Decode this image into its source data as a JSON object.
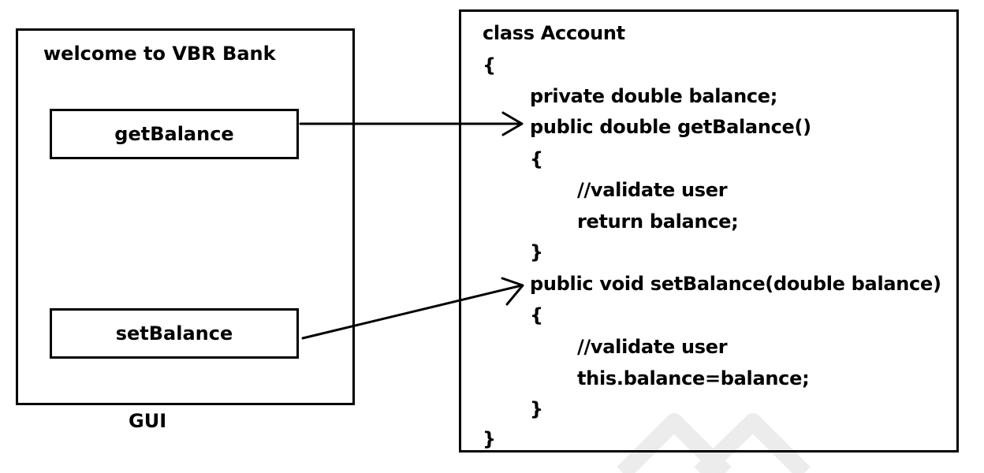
{
  "gui": {
    "title": "welcome to VBR Bank",
    "buttons": {
      "get_label": "getBalance",
      "set_label": "setBalance"
    },
    "caption": "GUI"
  },
  "code": {
    "lines": [
      "class Account",
      "{",
      "private double balance;",
      "public double getBalance()",
      "{",
      "//validate user",
      "return balance;",
      "}",
      "public void setBalance(double balance)",
      "{",
      "//validate user",
      "this.balance=balance;",
      "}",
      "}"
    ]
  },
  "arrows": {
    "from_get": "getBalance",
    "to_get": "public double getBalance()",
    "from_set": "setBalance",
    "to_set": "public void setBalance(double balance)"
  },
  "colors": {
    "stroke": "#000000",
    "background": "#ffffff",
    "watermark": "#e6e6e6"
  }
}
